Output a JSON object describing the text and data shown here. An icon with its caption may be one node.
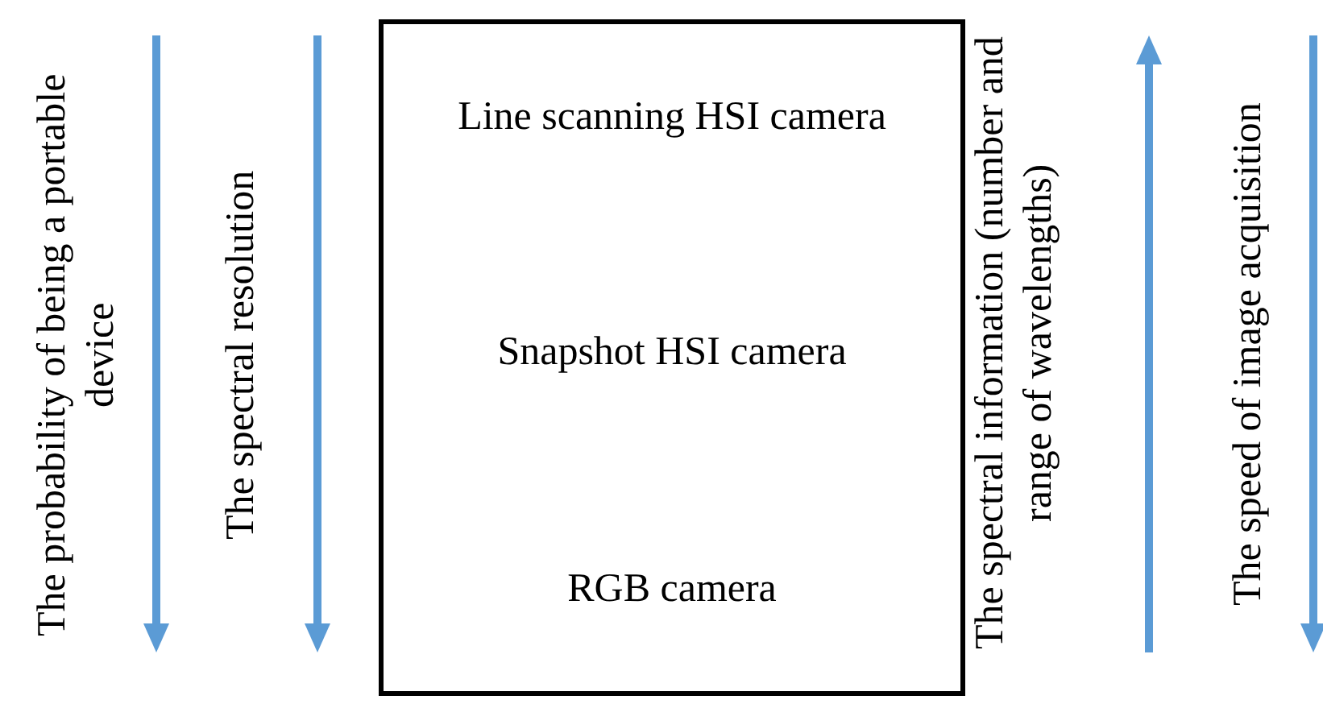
{
  "diagram": {
    "nodes": [
      {
        "text": [
          "Line scanning HSI camera",
          "Snapshot HSI camera",
          "RGB camera"
        ]
      }
    ],
    "labels": [
      "The probability of being a portable device",
      "The spectral resolution",
      "The spectral information (number and range of wavelengths)",
      "The speed of image acquisition"
    ]
  }
}
